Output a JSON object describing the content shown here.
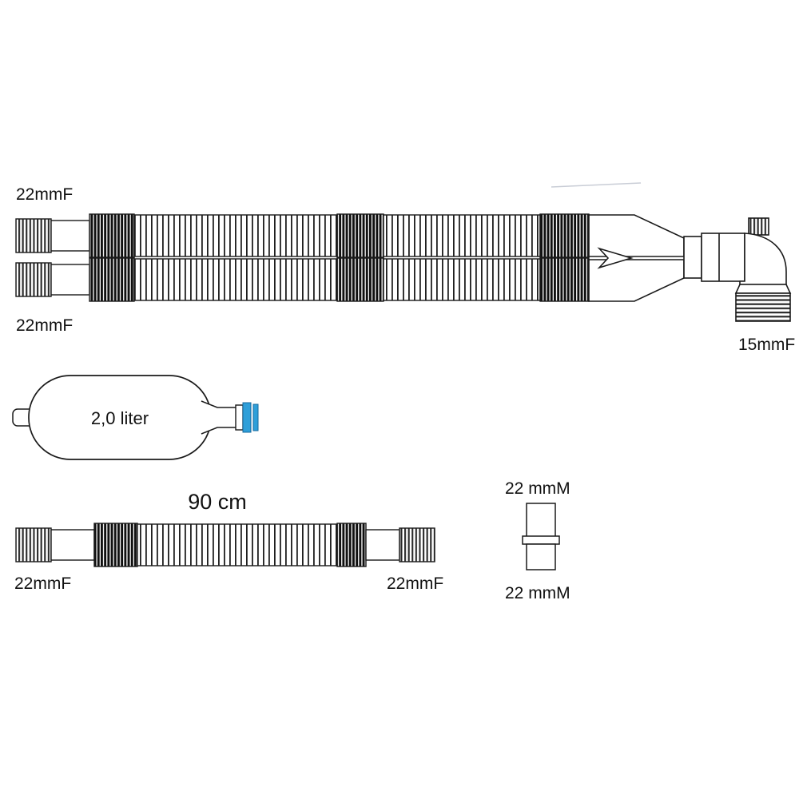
{
  "diagram": {
    "type": "anesthesia-breathing-circuit-schematic",
    "colors": {
      "line": "#1a1a1a",
      "accent_blue": "#2E9FD9"
    },
    "circuit": {
      "upper_limb_label": "22mmF",
      "lower_limb_label": "22mmF",
      "elbow_outlet_label": "15mmF"
    },
    "bag": {
      "label": "2,0 liter"
    },
    "hose": {
      "length_label": "90 cm",
      "left_label": "22mmF",
      "right_label": "22mmF"
    },
    "adapter": {
      "top_label": "22 mmM",
      "bottom_label": "22 mmM"
    }
  }
}
